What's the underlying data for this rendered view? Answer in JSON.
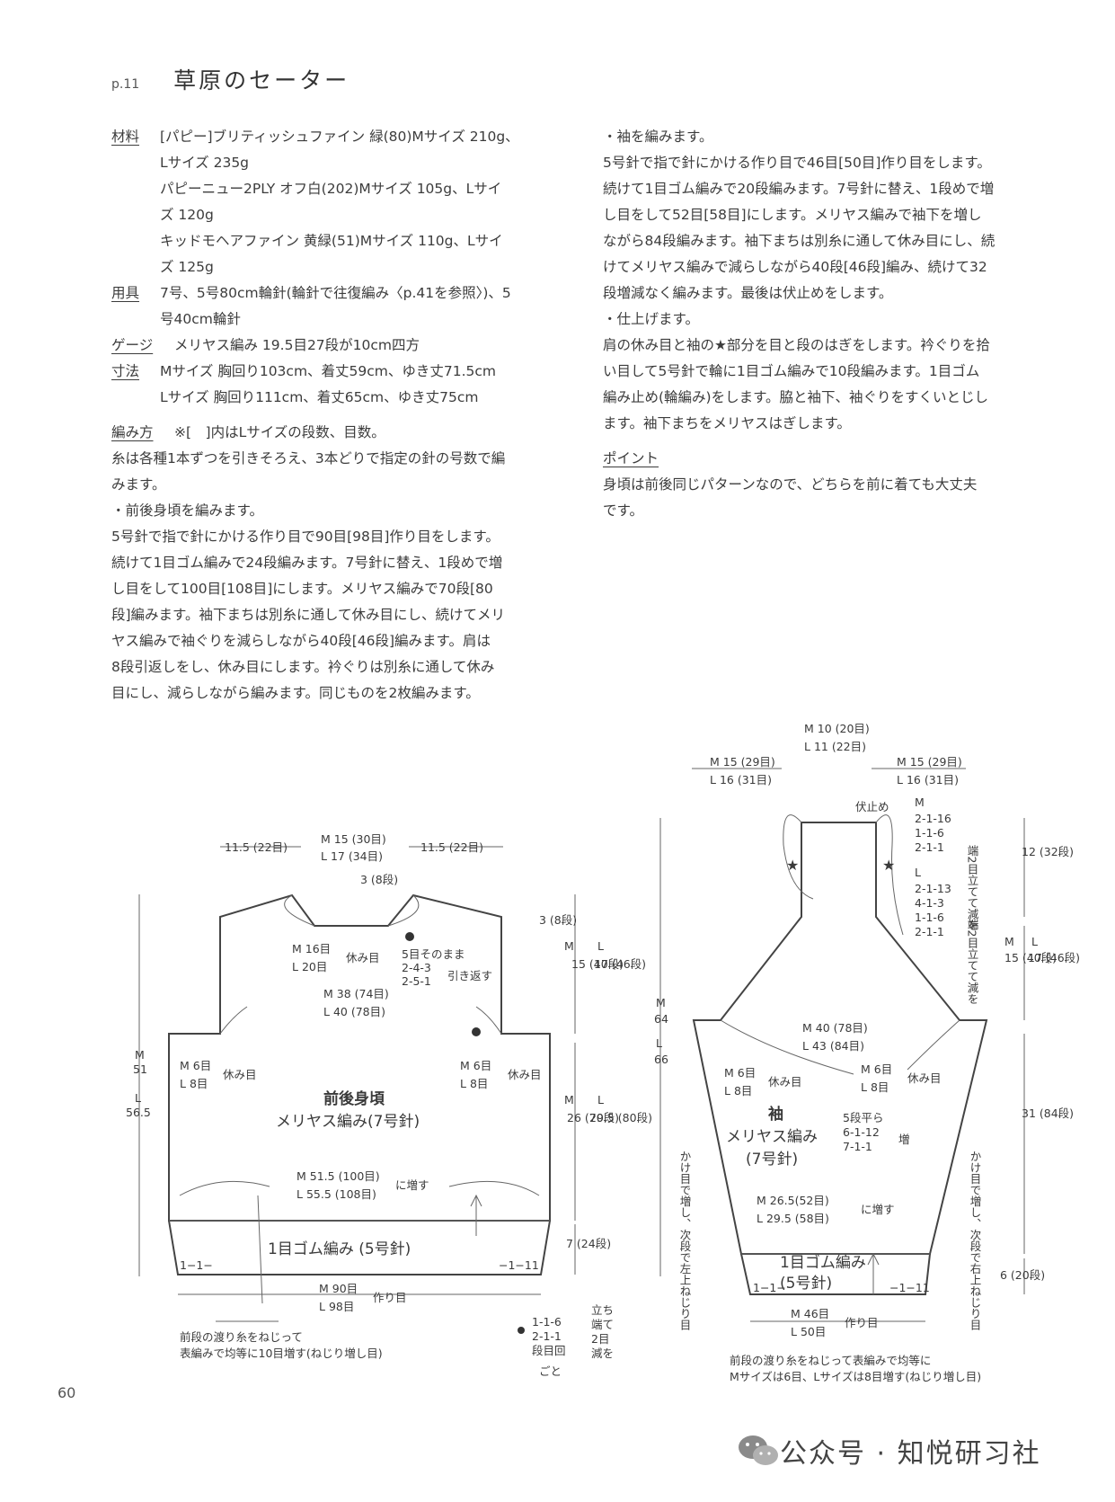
{
  "header": {
    "page_ref": "p.11",
    "title": "草原のセーター"
  },
  "materials": {
    "label": "材料",
    "lines": [
      "[パピー]ブリティッシュファイン 緑(80)Mサイズ 210g、",
      "Lサイズ 235g",
      "パピーニュー2PLY オフ白(202)Mサイズ 105g、Lサイ",
      "ズ 120g",
      "キッドモヘアファイン 黄緑(51)Mサイズ 110g、Lサイ",
      "ズ 125g"
    ]
  },
  "tools": {
    "label": "用具",
    "lines": [
      "7号、5号80cm輪針(輪針で往復編み〈p.41を参照〉)、5",
      "号40cm輪針"
    ]
  },
  "gauge": {
    "label": "ゲージ",
    "value": "メリヤス編み 19.5目27段が10cm四方"
  },
  "size": {
    "label": "寸法",
    "lines": [
      "Mサイズ 胸回り103cm、着丈59cm、ゆき丈71.5cm",
      "Lサイズ 胸回り111cm、着丈65cm、ゆき丈75cm"
    ]
  },
  "method": {
    "label": "編み方",
    "note": "※[　]内はLサイズの段数、目数。",
    "lines": [
      "糸は各種1本ずつを引きそろえ、3本どりで指定の針の号数で編",
      "みます。",
      "・前後身頃を編みます。",
      "5号針で指で針にかける作り目で90目[98目]作り目をします。",
      "続けて1目ゴム編みで24段編みます。7号針に替え、1段めで増",
      "し目をして100目[108目]にします。メリヤス編みで70段[80",
      "段]編みます。袖下まちは別糸に通して休み目にし、続けてメリ",
      "ヤス編みで袖ぐりを減らしながら40段[46段]編みます。肩は",
      "8段引返しをし、休み目にします。衿ぐりは別糸に通して休み",
      "目にし、減らしながら編みます。同じものを2枚編みます。"
    ]
  },
  "right_col": {
    "lines": [
      "・袖を編みます。",
      "5号針で指で針にかける作り目で46目[50目]作り目をします。",
      "続けて1目ゴム編みで20段編みます。7号針に替え、1段めで増",
      "し目をして52目[58目]にします。メリヤス編みで袖下を増し",
      "ながら84段編みます。袖下まちは別糸に通して休み目にし、続",
      "けてメリヤス編みで減らしながら40段[46段]編み、続けて32",
      "段増減なく編みます。最後は伏止めをします。",
      "・仕上げます。",
      "肩の休み目と袖の★部分を目と段のはぎをします。衿ぐりを拾",
      "い目して5号針で輪に1目ゴム編みで10段編みます。1目ゴム",
      "編み止め(輪編み)をします。脇と袖下、袖ぐりをすくいとじし",
      "ます。袖下まちをメリヤスはぎします。"
    ],
    "point_label": "ポイント",
    "point_lines": [
      "身頃は前後同じパターンなので、どちらを前に着ても大丈夫",
      "です。"
    ]
  },
  "body_diagram": {
    "side_w": "11.5 (22目)",
    "neck_m": "M 15 (30目)",
    "neck_l": "L 17 (34目)",
    "neck_depth": "3 (8段)",
    "shoulder_depth": "3 (8段)",
    "neck_rest_m": "M 16目",
    "neck_rest_l": "L 20目",
    "rest_label": "休み目",
    "dec1": "5目そのまま",
    "dec2": "2-4-3",
    "dec3": "2-5-1",
    "dec_label": "引き返す",
    "top_m": "M 38 (74目)",
    "top_l": "L 40 (78目)",
    "armhole_m": "M",
    "armhole_l": "L",
    "armhole_mv": "15 (40段)",
    "armhole_lv": "17 (46段)",
    "len_m": "M",
    "len_mv": "51",
    "len_l": "L",
    "len_lv": "56.5",
    "side_rest_m": "M 6目",
    "side_rest_l": "L 8目",
    "name": "前後身頃",
    "stitch": "メリヤス編み(7号針)",
    "body_len_mv": "26 (70段)",
    "body_len_lv": "29.5 (80段)",
    "inc_m": "M 51.5 (100目)",
    "inc_l": "L 55.5 (108目)",
    "inc_label": "に増す",
    "rib": "1目ゴム編み (5号針)",
    "rib_len": "7 (24段)",
    "rib_left": "1−1−",
    "rib_right": "−1−11",
    "cast_m": "M 90目",
    "cast_l": "L 98目",
    "cast_label": "作り目",
    "note1": "前段の渡り糸をねじって",
    "note2": "表編みで均等に10目増す(ねじり増し目)",
    "legend1": "1-1-6",
    "legend2": "2-1-1",
    "legend3": "段目回",
    "legend_v1": "立ち",
    "legend_v2": "端て",
    "legend_v3": "2目",
    "legend_v4": "減を",
    "legend_foot": "ごと"
  },
  "sleeve_diagram": {
    "top_m": "M 10 (20目)",
    "top_l": "L 11 (22目)",
    "side_m": "M 15 (29目)",
    "side_l": "L 16 (31目)",
    "bind_off": "伏止め",
    "dec_m": "M",
    "dec_m_lines": [
      "2-1-16",
      "1-1-6",
      "2-1-1"
    ],
    "dec_l": "L",
    "dec_l_lines": [
      "2-1-13",
      "4-1-3",
      "1-1-6",
      "2-1-1"
    ],
    "dec_vert": "端2目立てて減を",
    "top_len": "12 (32段)",
    "cap_m": "M",
    "cap_l": "L",
    "cap_mv": "15 (40段)",
    "cap_lv": "17 (46段)",
    "total_m": "M",
    "total_mv": "64",
    "total_l": "L",
    "total_lv": "66",
    "wide_m": "M 40 (78目)",
    "wide_l": "L 43 (84目)",
    "rest_m": "M 6目",
    "rest_l": "L 8目",
    "rest_label": "休み目",
    "name": "袖",
    "stitch1": "メリヤス編み",
    "stitch2": "(7号針)",
    "inc1": "5段平ら",
    "inc2": "6-1-12",
    "inc3": "7-1-1",
    "inc_label": "増",
    "underarm_len": "31 (84段)",
    "left_note": "かけ目で増し、次段で左上ねじり目",
    "right_note": "かけ目で増し、次段で右上ねじり目",
    "band_m": "M 26.5(52目)",
    "band_l": "L 29.5 (58目)",
    "band_label": "に増す",
    "rib1": "1目ゴム編み",
    "rib2": "(5号針)",
    "rib_len": "6 (20段)",
    "rib_left": "1−1−",
    "rib_right": "−1−11",
    "cast_m": "M 46目",
    "cast_l": "L 50目",
    "cast_label": "作り目",
    "note1": "前段の渡り糸をねじって表編みで均等に",
    "note2": "Mサイズは6目、Lサイズは8目増す(ねじり増し目)"
  },
  "page_number": "60",
  "watermark": "公众号 · 知悦研习社"
}
